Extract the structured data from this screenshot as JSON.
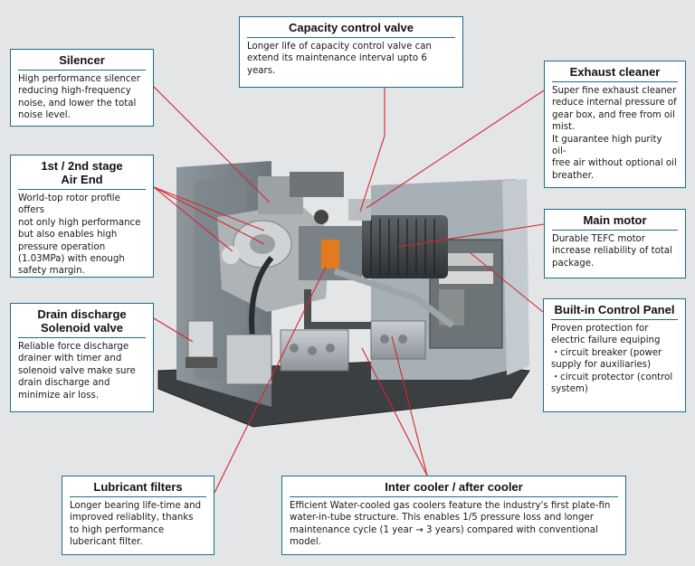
{
  "callouts": {
    "capacity_valve": {
      "title": "Capacity control valve",
      "body": "Longer life of capacity control valve can\nextend its maintenance interval upto 6\nyears."
    },
    "silencer": {
      "title": "Silencer",
      "body": "High performance silencer\nreducing high-frequency\nnoise, and lower the total\nnoise level."
    },
    "air_end": {
      "title": "1st / 2nd stage\nAir End",
      "body": "World-top rotor profile offers\nnot only high performance\nbut also enables high\npressure operation\n(1.03MPa) with enough\nsafety margin."
    },
    "drain": {
      "title": "Drain discharge\nSolenoid valve",
      "body": "Reliable force discharge\ndrainer with timer and\nsolenoid valve make sure\ndrain discharge and\nminimize air loss."
    },
    "exhaust": {
      "title": "Exhaust cleaner",
      "body": "Super fine exhaust cleaner\nreduce internal pressure of\ngear box, and free from oil\nmist.\nIt guarantee high purity oil-\nfree air without optional oil\nbreather."
    },
    "motor": {
      "title": "Main motor",
      "body": "Durable TEFC motor\nincrease reliability of total\npackage."
    },
    "control_panel": {
      "title": "Built-in Control Panel",
      "body": "Proven protection for\nelectric failure equiping\n・circuit breaker (power\n  supply for auxiliaries)\n・circuit protector (control\n  system)"
    },
    "lubricant": {
      "title": "Lubricant filters",
      "body": "Longer bearing life-time and\nimproved reliablity, thanks\nto high performance\nlubericant filter."
    },
    "intercooler": {
      "title": "Inter cooler / after cooler",
      "body": "Efficient Water-cooled gas coolers feature the industry's first plate-fin\nwater-in-tube structure. This enables 1/5 pressure loss and longer\nmaintenance cycle (1 year → 3 years) compared with conventional\nmodel."
    }
  },
  "colors": {
    "background": "#e4e5e7",
    "border": "#1b6f8a",
    "leader_line": "#d6262a"
  }
}
